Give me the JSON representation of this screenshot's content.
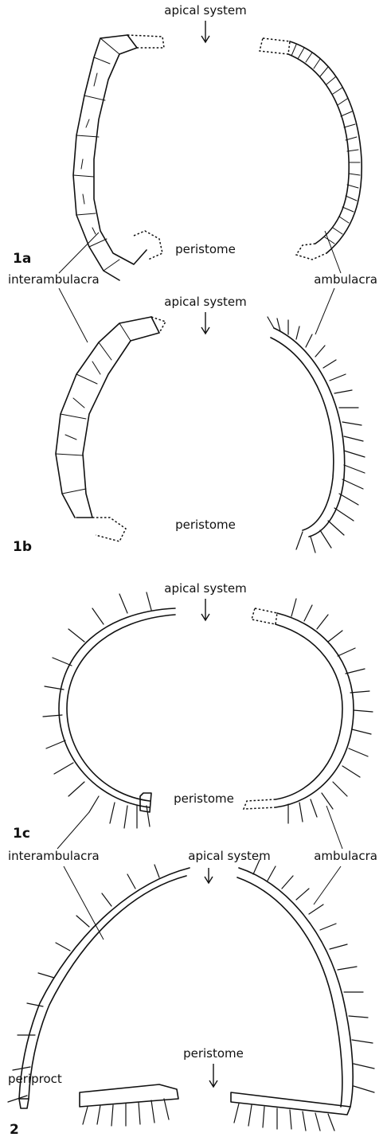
{
  "figure": {
    "panels": [
      {
        "id": "1a",
        "label": "1a",
        "top": "apical system",
        "bottom": "peristome"
      },
      {
        "id": "1b",
        "label": "1b",
        "top": "apical system",
        "bottom": "peristome"
      },
      {
        "id": "1c",
        "label": "1c",
        "top": "apical system",
        "bottom": "peristome"
      },
      {
        "id": "2",
        "label": "2",
        "top": "apical system",
        "bottom": "peristome",
        "side": "periproct"
      }
    ],
    "callouts": {
      "interambulacra_1": "interambulacra",
      "ambulacra_1": "ambulacra",
      "interambulacra_2": "interambulacra",
      "ambulacra_2": "ambulacra"
    }
  }
}
